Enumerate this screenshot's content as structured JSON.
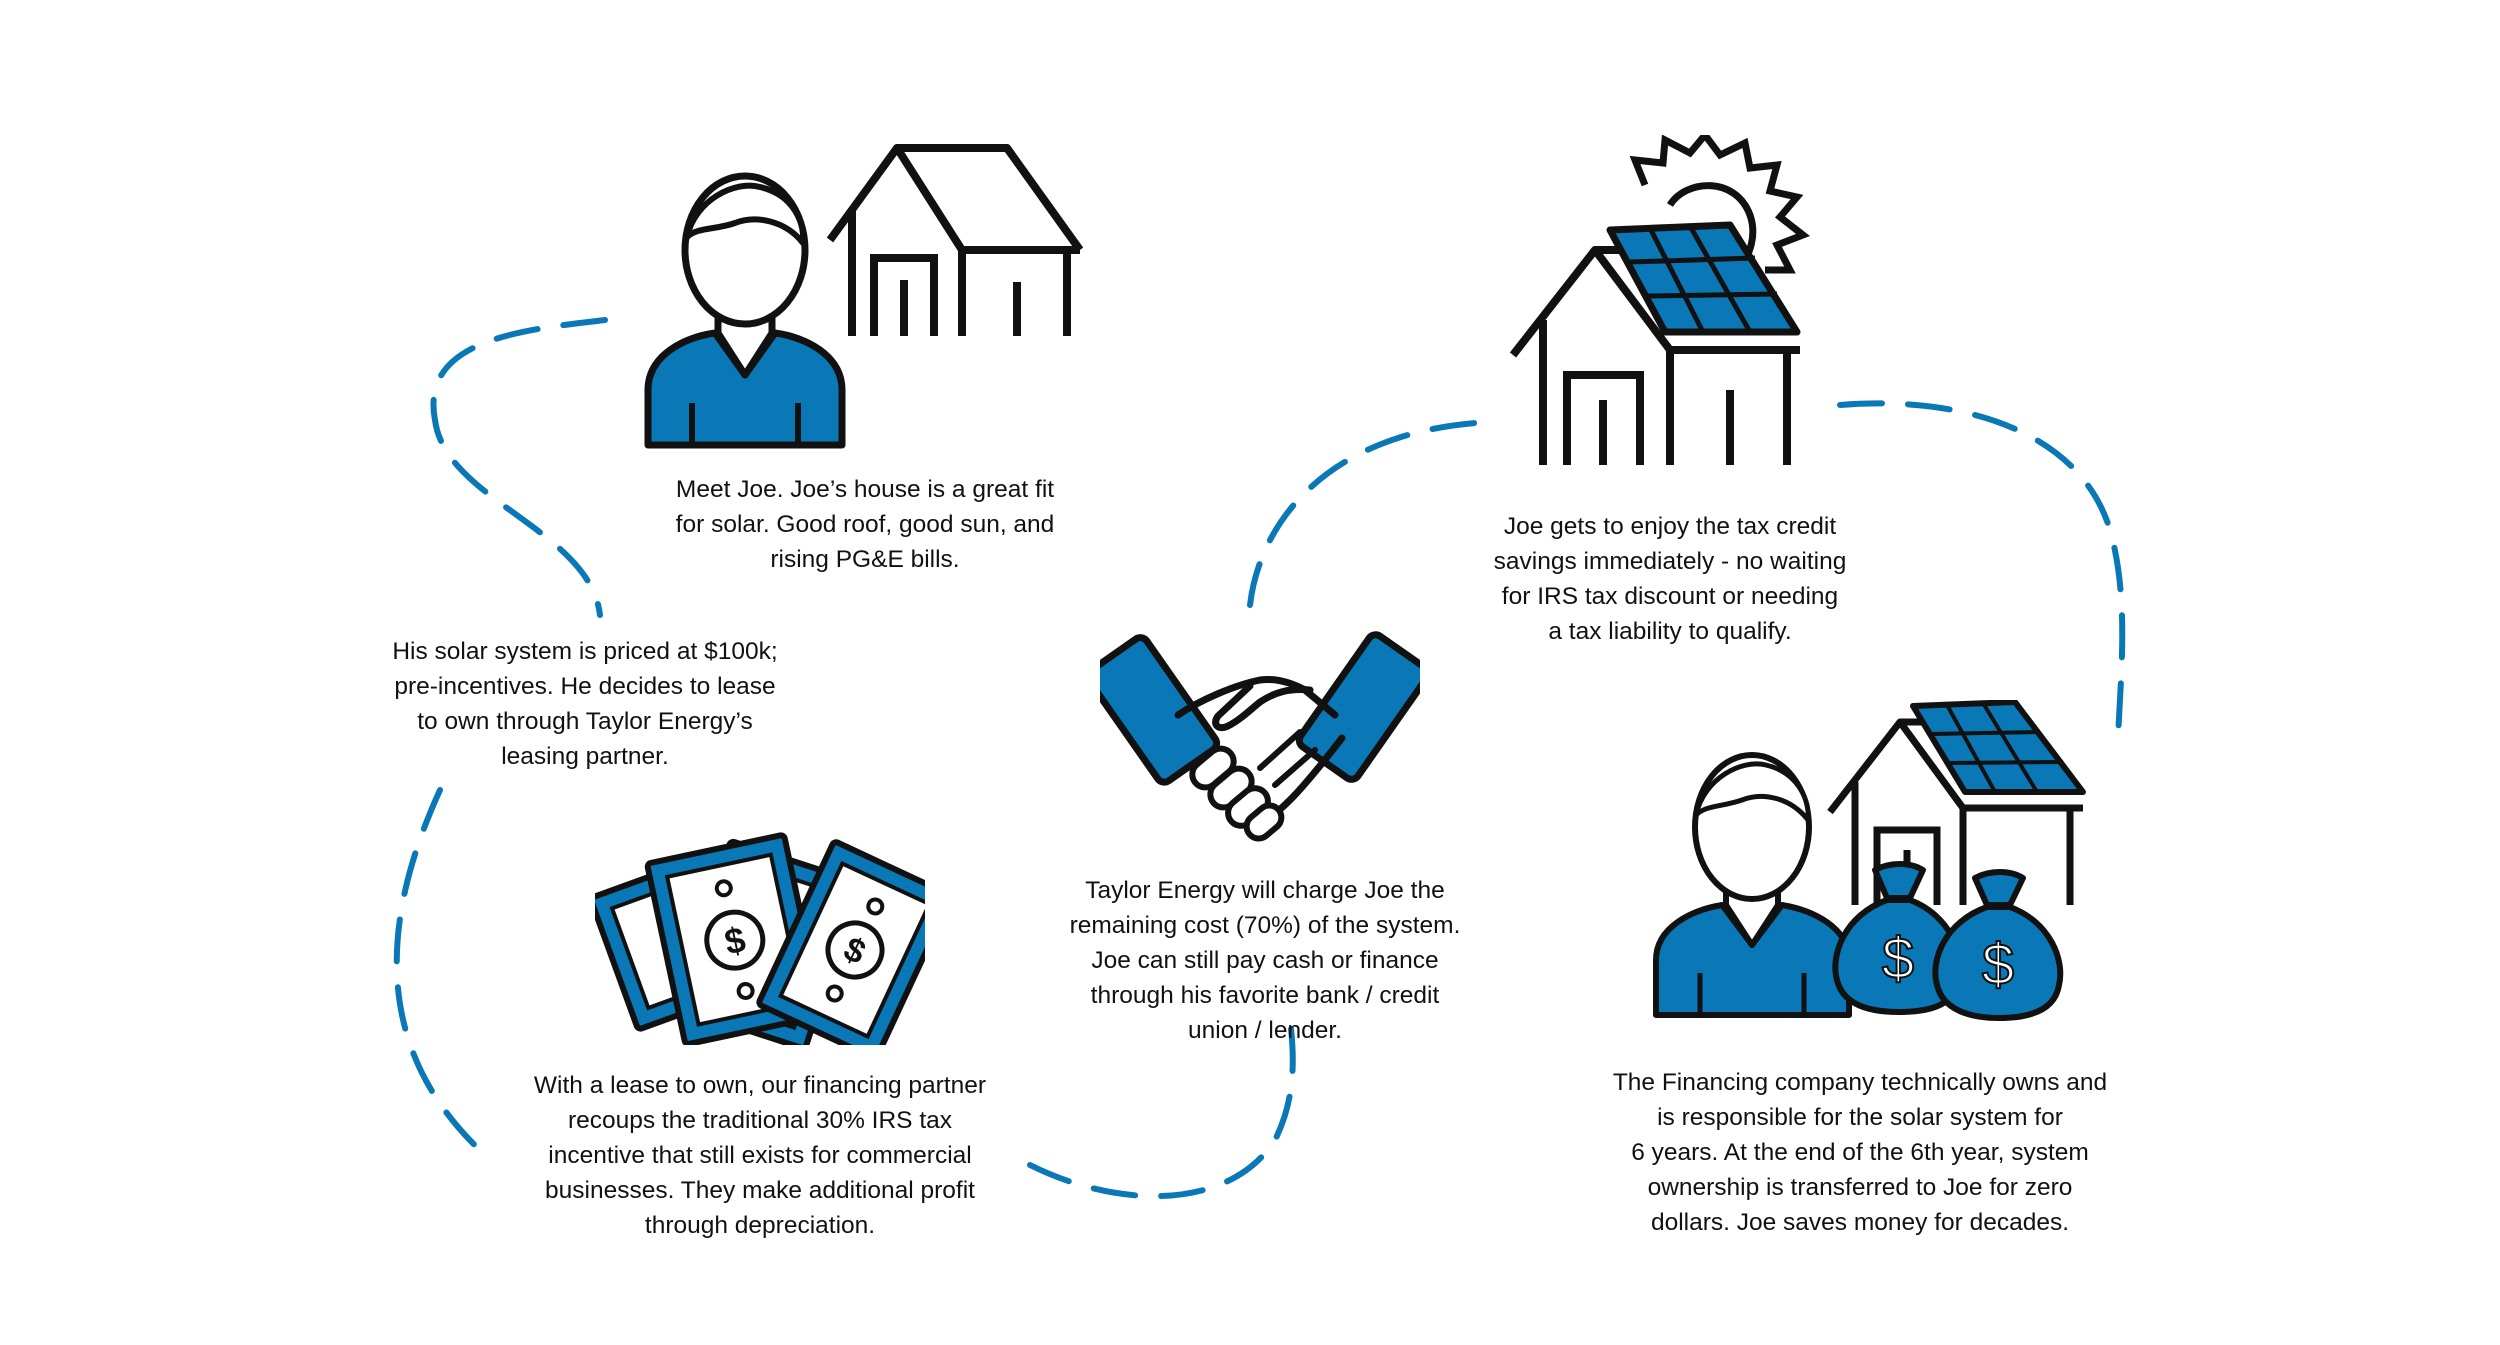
{
  "colors": {
    "accent_blue": "#0a78b6",
    "outline": "#111111",
    "background": "#ffffff"
  },
  "steps": [
    {
      "id": "meet-joe",
      "icons": [
        "person-icon",
        "house-icon"
      ],
      "lines": [
        "Meet Joe. Joe’s house is a great fit",
        "for solar. Good roof, good sun, and",
        "rising PG&E bills."
      ]
    },
    {
      "id": "system-price",
      "icons": [],
      "lines": [
        "His solar system is priced at $100k;",
        "pre-incentives. He decides to lease",
        "to own through Taylor Energy’s",
        "leasing partner."
      ]
    },
    {
      "id": "financing-partner",
      "icons": [
        "money-bills-icon"
      ],
      "lines": [
        "With a lease to own, our financing partner",
        "recoups the traditional 30% IRS tax",
        "incentive that still exists for commercial",
        "businesses. They make additional profit",
        "through depreciation."
      ]
    },
    {
      "id": "taylor-charge",
      "icons": [
        "handshake-icon"
      ],
      "lines": [
        "Taylor Energy will charge Joe the",
        "remaining cost (70%) of the system.",
        "Joe can still pay cash or finance",
        "through his favorite bank / credit",
        "union / lender."
      ]
    },
    {
      "id": "tax-credit",
      "icons": [
        "solar-house-icon",
        "sun-icon"
      ],
      "lines": [
        "Joe gets to enjoy the tax credit",
        "savings immediately - no waiting",
        "for IRS tax discount or needing",
        "a tax liability to qualify."
      ]
    },
    {
      "id": "ownership-transfer",
      "icons": [
        "person-icon",
        "solar-house-icon",
        "money-bag-icon"
      ],
      "lines": [
        "The Financing company technically owns and",
        "is responsible for the solar system for",
        "6 years. At the end of the 6th year, system",
        "ownership is transferred to Joe for zero",
        "dollars. Joe saves money for decades."
      ]
    }
  ]
}
